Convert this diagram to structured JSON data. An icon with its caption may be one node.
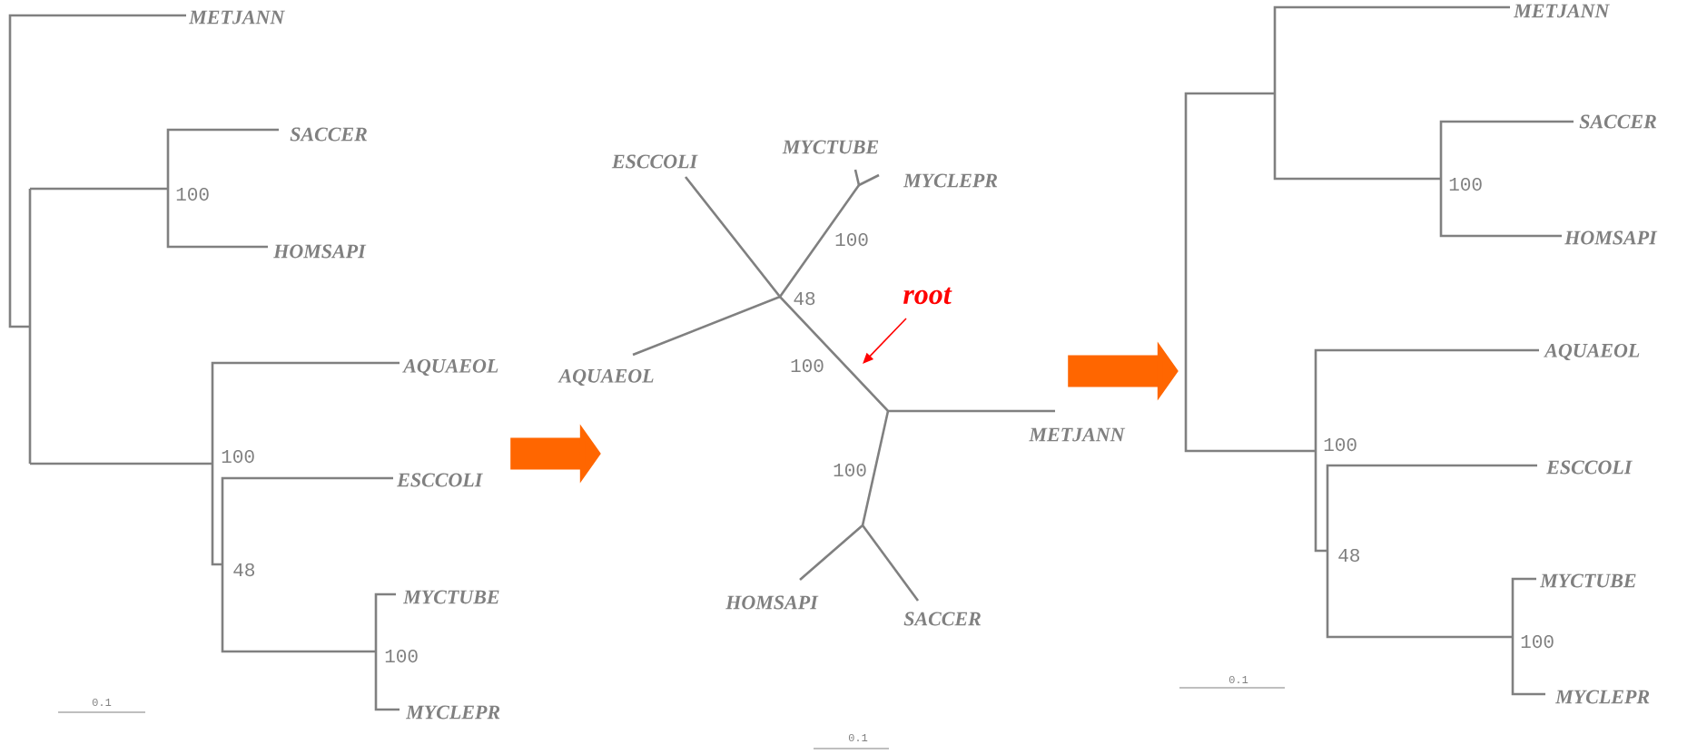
{
  "diagram": {
    "nodes": [
      {
        "text": [
          "METJANN",
          "SACCER",
          "100",
          "HOMSAPI",
          "AQUAEOL",
          "100",
          "ESCCOLI",
          "48",
          "MYCTUBE",
          "100",
          "MYCLEPR",
          "0.1"
        ]
      },
      {
        "text": [
          "ESCCOLI",
          "MYCTUBE",
          "MYCLEPR",
          "100",
          "48",
          "root",
          "AQUAEOL",
          "100",
          "METJANN",
          "100",
          "HOMSAPI",
          "SACCER",
          "0.1"
        ]
      },
      {
        "text": [
          "METJANN",
          "SACCER",
          "100",
          "HOMSAPI",
          "AQUAEOL",
          "100",
          "ESCCOLI",
          "48",
          "MYCTUBE",
          "100",
          "MYCLEPR",
          "0.1"
        ]
      }
    ],
    "edges": [
      {
        "from": 0,
        "to": 1,
        "arrow": "to"
      },
      {
        "from": 1,
        "to": 2,
        "arrow": "to"
      }
    ]
  }
}
